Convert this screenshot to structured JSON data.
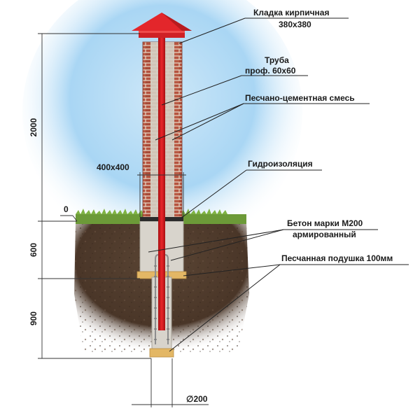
{
  "labels": {
    "masonry_line1": "Кладка кирпичная",
    "masonry_line2": "380x380",
    "pipe_line1": "Труба",
    "pipe_line2": "проф. 60x60",
    "sand_cement": "Песчано-цементная смесь",
    "waterproofing": "Гидроизоляция",
    "concrete_line1": "Бетон марки М200",
    "concrete_line2": "армированный",
    "sand_cushion": "Песчанная подушка 100мм"
  },
  "dimensions": {
    "pillar_height": "2000",
    "ground_level": "0",
    "base_size": "400x400",
    "foundation_depth": "600",
    "pile_depth": "900",
    "pile_diameter": "∅200"
  },
  "colors": {
    "sky_top": "#9fd2f2",
    "sky_mid": "#cfe8f8",
    "brick": "#b5533f",
    "mortar": "#e7dbc9",
    "pipe": "#d61f1f",
    "cap": "#e3262b",
    "soil": "#4e3a2c",
    "grass": "#6c9a38",
    "concrete": "#d8d4cc",
    "sand": "#e3b765",
    "rebar": "#9a9a9a"
  }
}
